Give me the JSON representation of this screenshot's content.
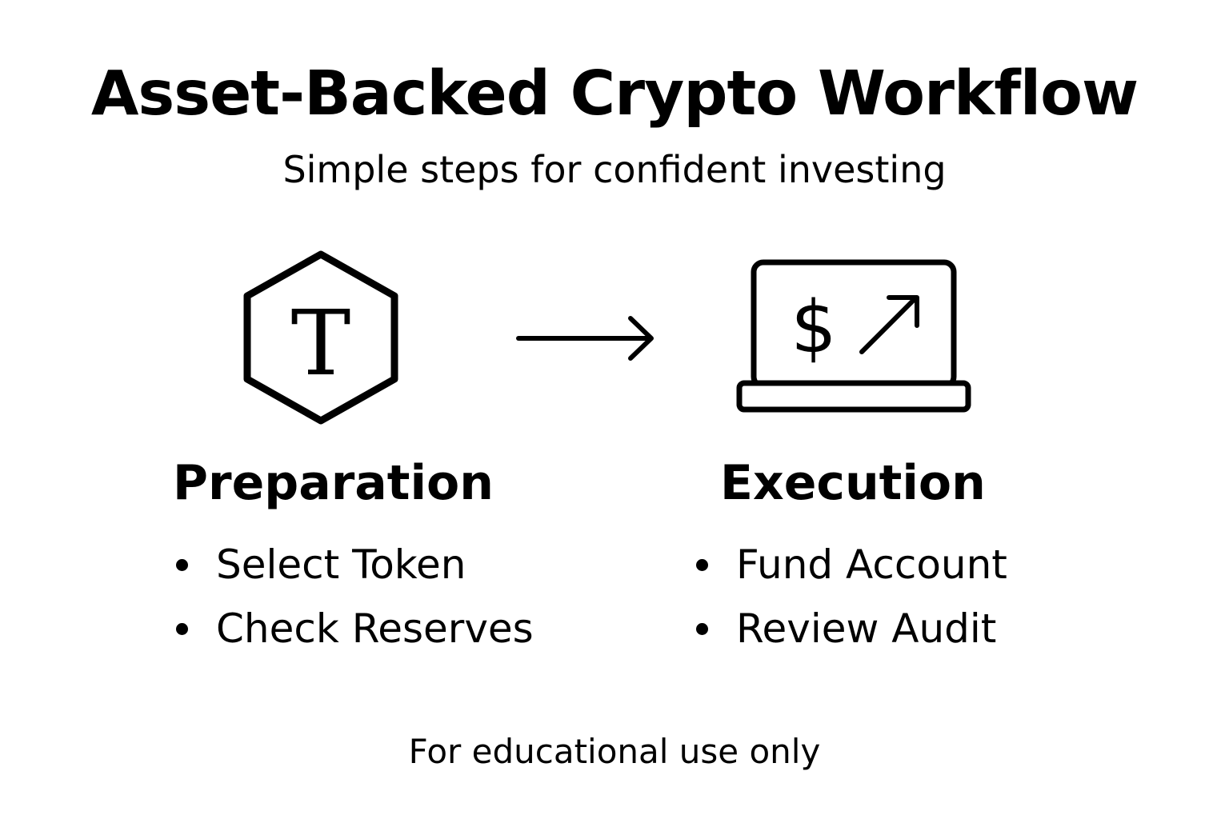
{
  "title": "Asset-Backed Crypto Workflow",
  "subtitle": "Simple steps for confident investing",
  "icons": {
    "token": "hexagon-token-icon",
    "arrow": "right-arrow-icon",
    "laptop": "laptop-dollar-growth-icon"
  },
  "token_glyph": "T",
  "laptop_glyph": "$",
  "columns": [
    {
      "heading": "Preparation",
      "items": [
        "Select Token",
        "Check Reserves"
      ]
    },
    {
      "heading": "Execution",
      "items": [
        "Fund Account",
        "Review Audit"
      ]
    }
  ],
  "footer": "For educational use only",
  "colors": {
    "background": "#ffffff",
    "foreground": "#000000"
  }
}
